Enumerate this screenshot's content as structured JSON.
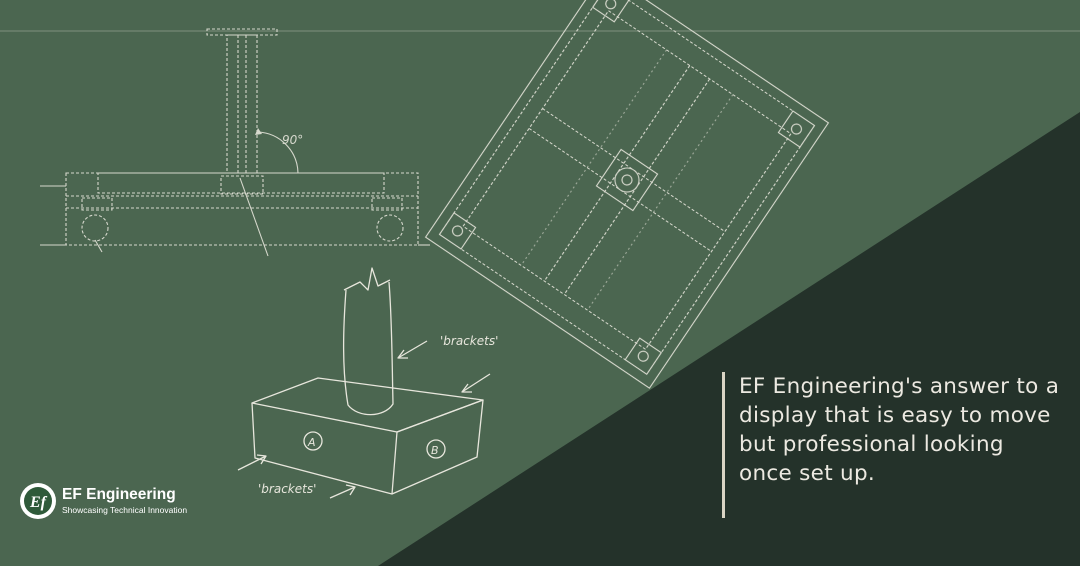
{
  "colors": {
    "background": "#4b6650",
    "dark_panel": "#24322a",
    "line": "#e7e6dc",
    "tagline_bar": "#d9d4c4"
  },
  "tagline": "EF Engineering's answer to a display that is easy to move but professional looking once set up.",
  "logo": {
    "name": "EF Engineering",
    "subtitle": "Showcasing Technical Innovation"
  },
  "drawing": {
    "angle_label": "90°",
    "bracket_label_top": "'brackets'",
    "bracket_label_bottom": "'brackets'",
    "label_a": "A",
    "label_b": "B"
  }
}
